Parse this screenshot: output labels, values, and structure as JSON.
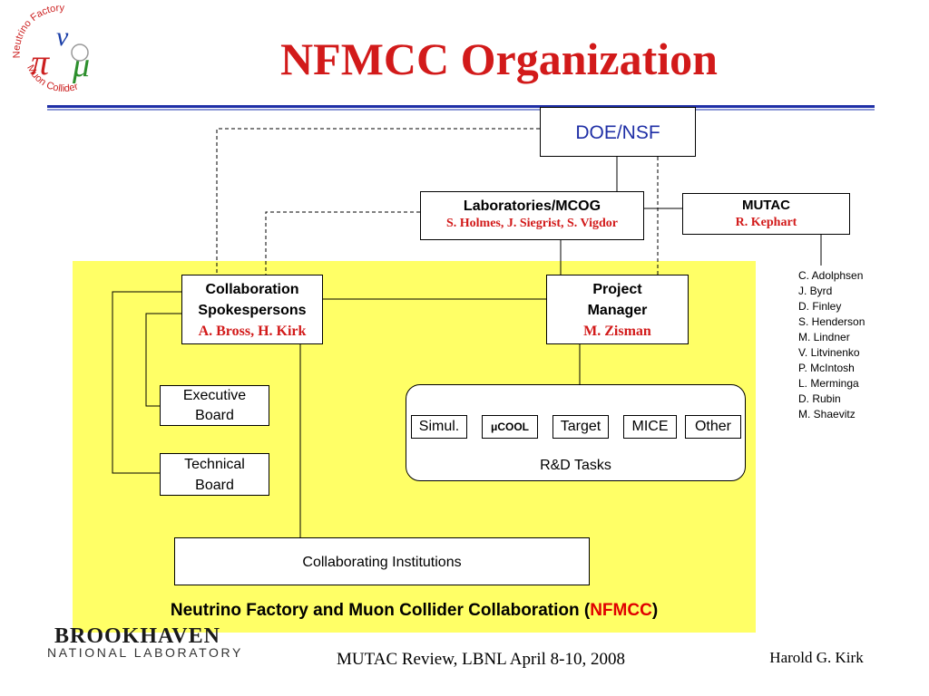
{
  "slide": {
    "title": "NFMCC Organization",
    "logo": {
      "top_text": "Neutrino Factory",
      "bottom_text": "Muon Collider",
      "symbol_pi": "π",
      "symbol_nu": "ν",
      "symbol_mu": "μ",
      "colors": {
        "red": "#cc1f1f",
        "blue": "#1b3fa8",
        "green": "#2d8f2d"
      }
    },
    "accent_colors": {
      "title_red": "#d21a1a",
      "rule_blue": "#1f2fa6",
      "panel_yellow": "#ffff66"
    }
  },
  "org": {
    "doe": {
      "label": "DOE/NSF"
    },
    "labs": {
      "title": "Laboratories/MCOG",
      "names": "S. Holmes, J. Siegrist, S. Vigdor"
    },
    "mutac": {
      "title": "MUTAC",
      "names": "R. Kephart"
    },
    "spokespersons": {
      "line1": "Collaboration",
      "line2": "Spokespersons",
      "names": "A. Bross, H. Kirk"
    },
    "project_manager": {
      "line1": "Project",
      "line2": "Manager",
      "names": "M. Zisman"
    },
    "executive_board": {
      "line1": "Executive",
      "line2": "Board"
    },
    "technical_board": {
      "line1": "Technical",
      "line2": "Board"
    },
    "rd_tasks": {
      "label": "R&D Tasks",
      "tasks": [
        "Simul.",
        "μCOOL",
        "Target",
        "MICE",
        "Other"
      ]
    },
    "institutions": {
      "label": "Collaborating Institutions"
    },
    "collaboration": {
      "text_prefix": "Neutrino Factory and Muon Collider Collaboration (",
      "acronym": "NFMCC",
      "text_suffix": ")"
    }
  },
  "mutac_members": [
    "C. Adolphsen",
    "J. Byrd",
    "D. Finley",
    "S. Henderson",
    "M. Lindner",
    "V. Litvinenko",
    "P. McIntosh",
    "L. Merminga",
    "D. Rubin",
    "M. Shaevitz"
  ],
  "footer": {
    "bnl_top": "BROOKHAVEN",
    "bnl_bottom": "NATIONAL LABORATORY",
    "review": "MUTAC Review, LBNL April 8-10, 2008",
    "author": "Harold G. Kirk"
  }
}
